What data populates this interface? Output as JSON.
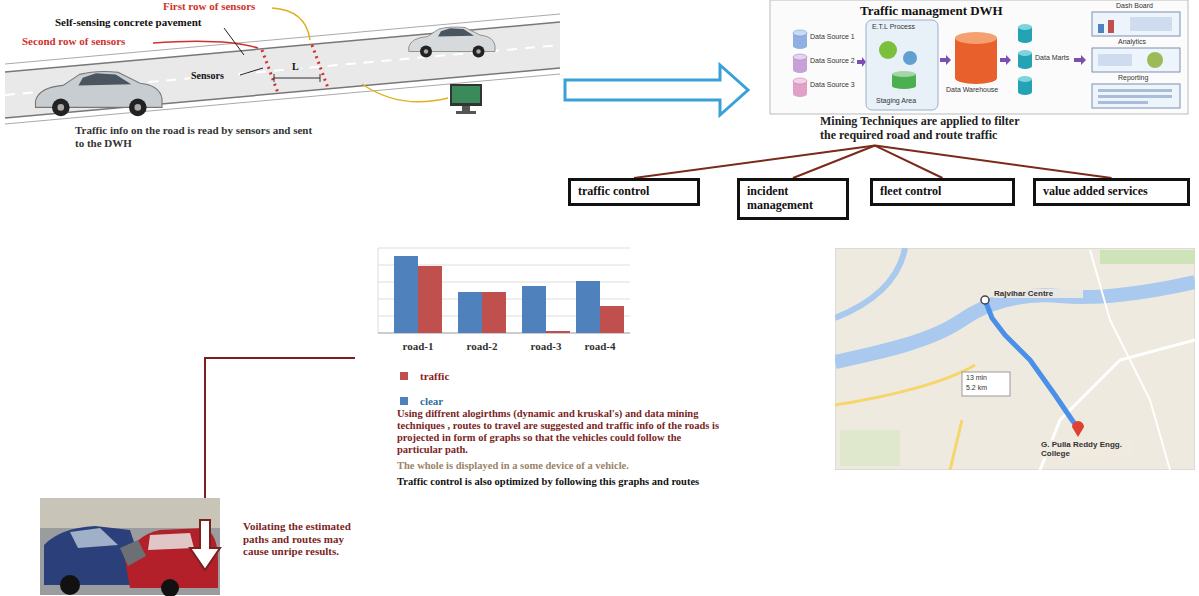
{
  "diagram": {
    "nodes": [
      {
        "text": [
          "Traffic managment DWH",
          "Mining Techniques are applied to filter the required road and route traffic"
        ]
      },
      {
        "text": [
          "traffic control"
        ]
      },
      {
        "text": [
          "incident management"
        ]
      },
      {
        "text": [
          "fleet control"
        ]
      },
      {
        "text": [
          "value added services"
        ]
      }
    ],
    "edges": [
      {
        "from": 0,
        "to": 1,
        "arrow": "none"
      },
      {
        "from": 0,
        "to": 2,
        "arrow": "none"
      },
      {
        "from": 0,
        "to": 3,
        "arrow": "none"
      },
      {
        "from": 0,
        "to": 4,
        "arrow": "none"
      }
    ],
    "labels": [
      "First row of sensors",
      "Self-sensing concrete pavement",
      "Second row of sensors",
      "Sensors",
      "L",
      "Traffic info on the road is read by sensors and sent to the DWH",
      "Data Source 1",
      "Data Source 2",
      "Data Source 3",
      "E.T.L Process",
      "Staging Area",
      "Data Warehouse",
      "Data Marts",
      "Dash Board",
      "Analytics",
      "Reporting",
      "road-1",
      "road-2",
      "road-3",
      "road-4",
      "Using diffrent alogirthms (dynamic and kruskal's) and data mining techniques , routes to travel are suggested and traffic info of the roads is projected in form of graphs so that the vehicles could follow the particular path.",
      "The whole is displayed in a some device of a vehicle.",
      "Traffic control is also optimized by following this graphs and routes",
      "Rajvihar Centre",
      "13 min",
      "5.2 km",
      "G. Pulla Reddy Engg. College",
      "Voilating the estimated paths and routes may cause unripe results."
    ],
    "legend": [
      {
        "text": "traffic",
        "color": "#c0504d"
      },
      {
        "text": "clear",
        "color": "#4f81bd"
      }
    ]
  }
}
